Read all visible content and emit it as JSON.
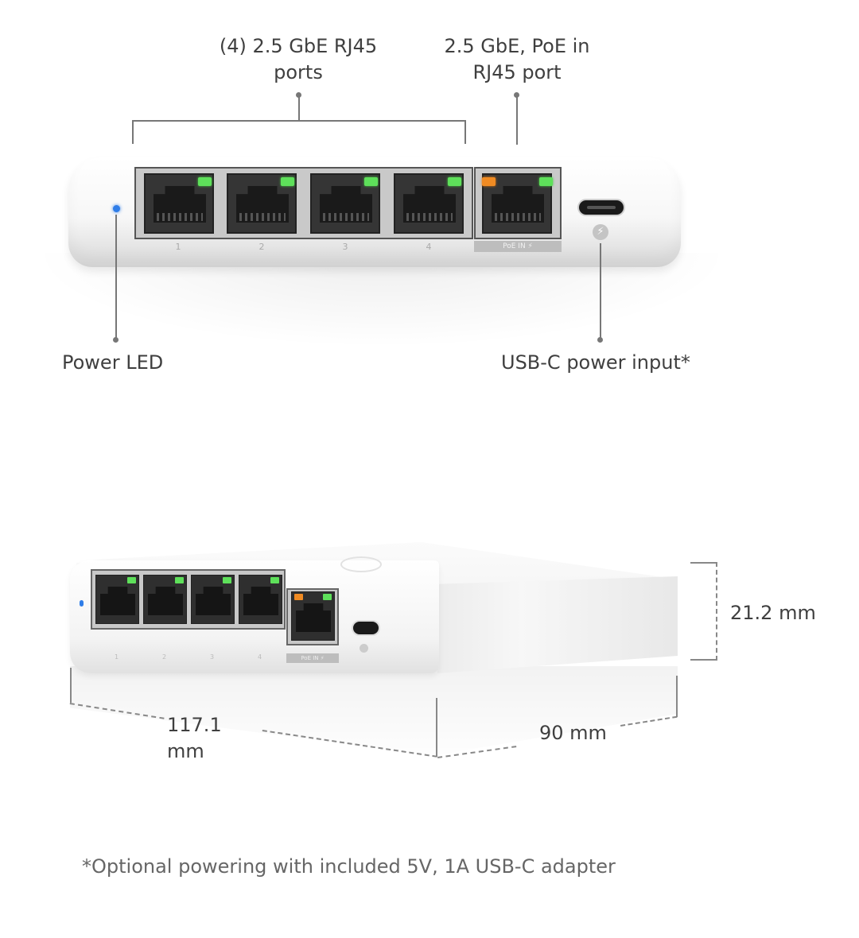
{
  "callouts": {
    "rj45_ports": "(4) 2.5 GbE RJ45 ports",
    "rj45_ports_line1": "(4) 2.5 GbE RJ45",
    "rj45_ports_line2": "ports",
    "poe_port_line1": "2.5 GbE, PoE in",
    "poe_port_line2": "RJ45 port",
    "power_led": "Power LED",
    "usbc_input": "USB-C power input*"
  },
  "front_view": {
    "port_numbers": [
      "1",
      "2",
      "3",
      "4"
    ],
    "poe_tag": "PoE IN ⚡",
    "led_colors": {
      "link": "#5ee05a",
      "poe": "#f08b23",
      "power": "#2f7de8"
    }
  },
  "dimensions": {
    "height": "21.2 mm",
    "width": "117.1 mm",
    "depth": "90 mm"
  },
  "footnote": "*Optional powering with included 5V, 1A USB-C adapter"
}
